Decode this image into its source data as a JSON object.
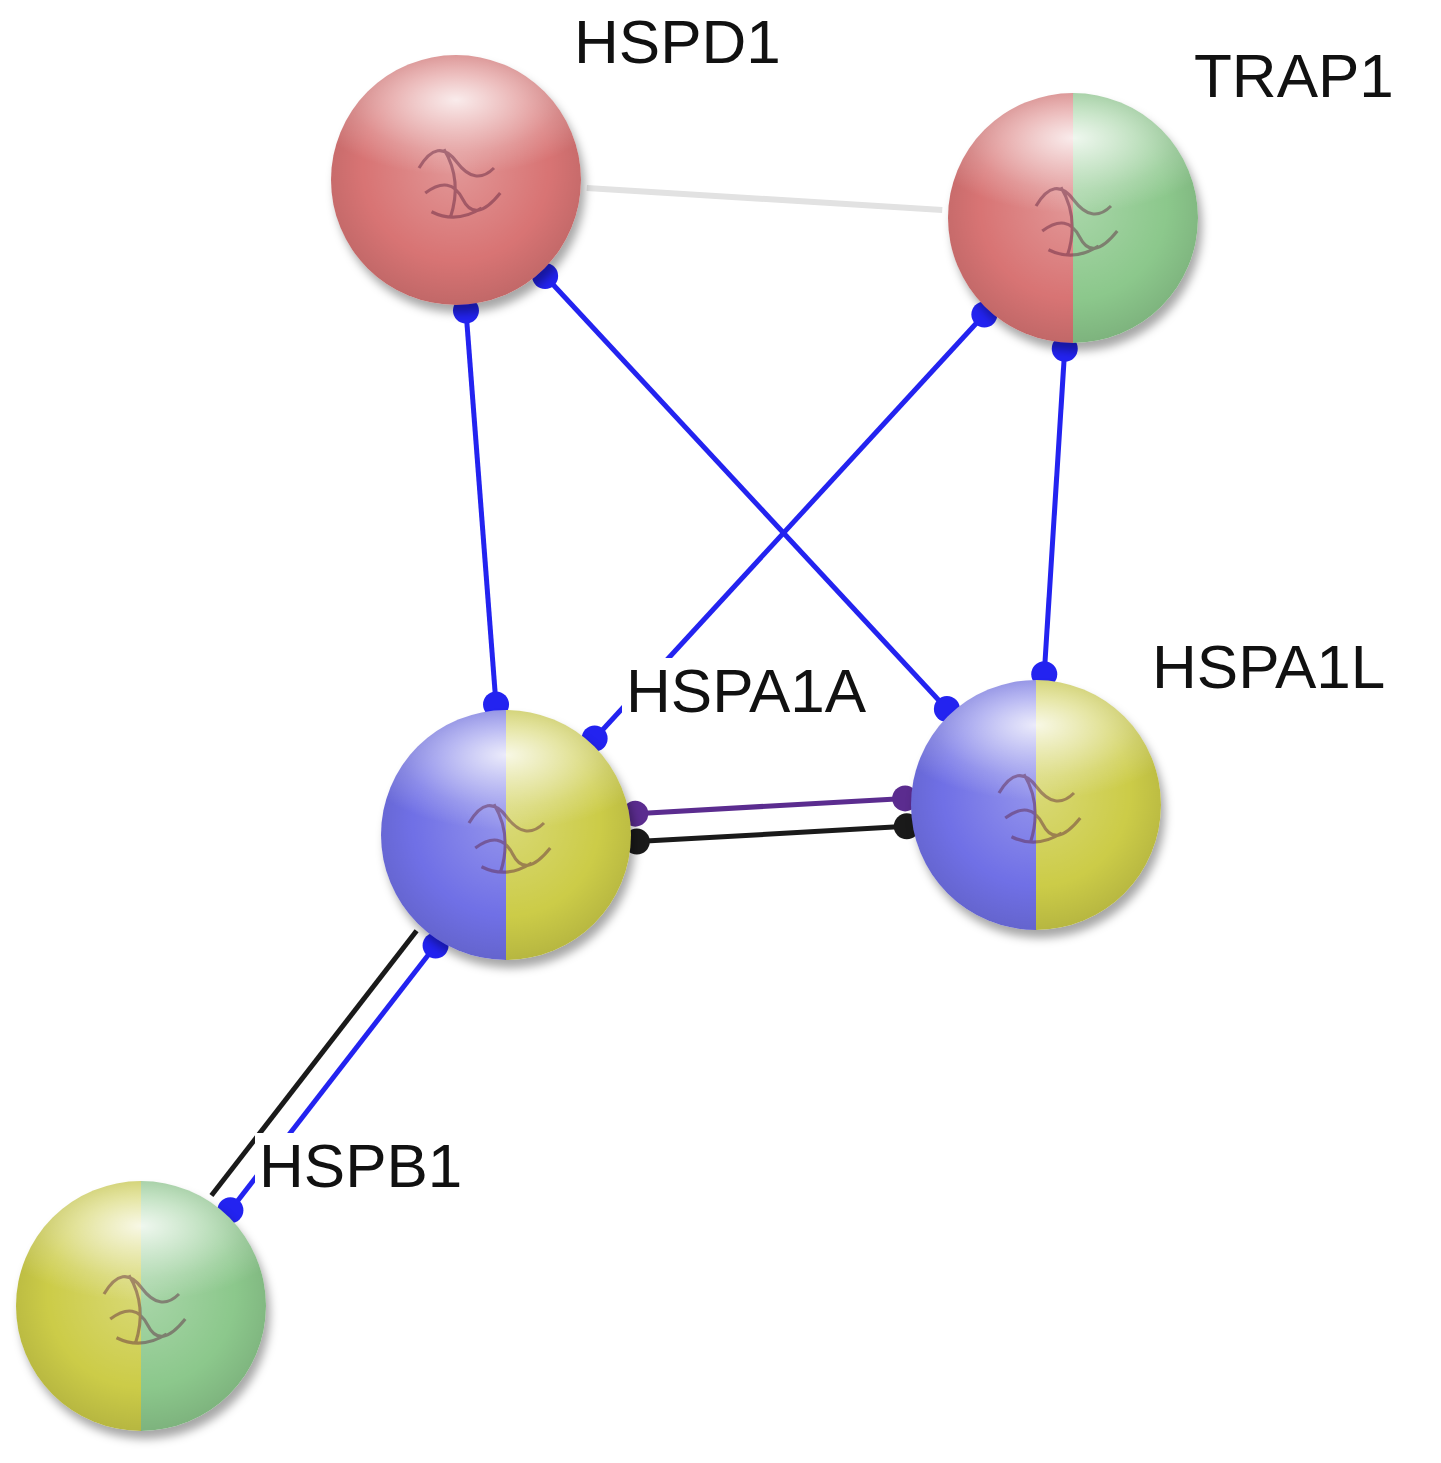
{
  "diagram": {
    "nodes": [
      {
        "text": [
          "HSPD1"
        ]
      },
      {
        "text": [
          "TRAP1"
        ]
      },
      {
        "text": [
          "HSPA1A"
        ]
      },
      {
        "text": [
          "HSPA1L"
        ]
      },
      {
        "text": [
          "HSPB1"
        ]
      }
    ],
    "edges": [
      {
        "from": 0,
        "to": 1,
        "arrow": "none"
      },
      {
        "from": 0,
        "to": 2,
        "arrow": "none"
      },
      {
        "from": 0,
        "to": 3,
        "arrow": "none"
      },
      {
        "from": 1,
        "to": 2,
        "arrow": "none"
      },
      {
        "from": 1,
        "to": 3,
        "arrow": "none"
      },
      {
        "from": 2,
        "to": 3,
        "arrow": "none"
      },
      {
        "from": 2,
        "to": 3,
        "arrow": "none"
      },
      {
        "from": 2,
        "to": 4,
        "arrow": "none"
      },
      {
        "from": 2,
        "to": 4,
        "arrow": "none"
      }
    ]
  }
}
